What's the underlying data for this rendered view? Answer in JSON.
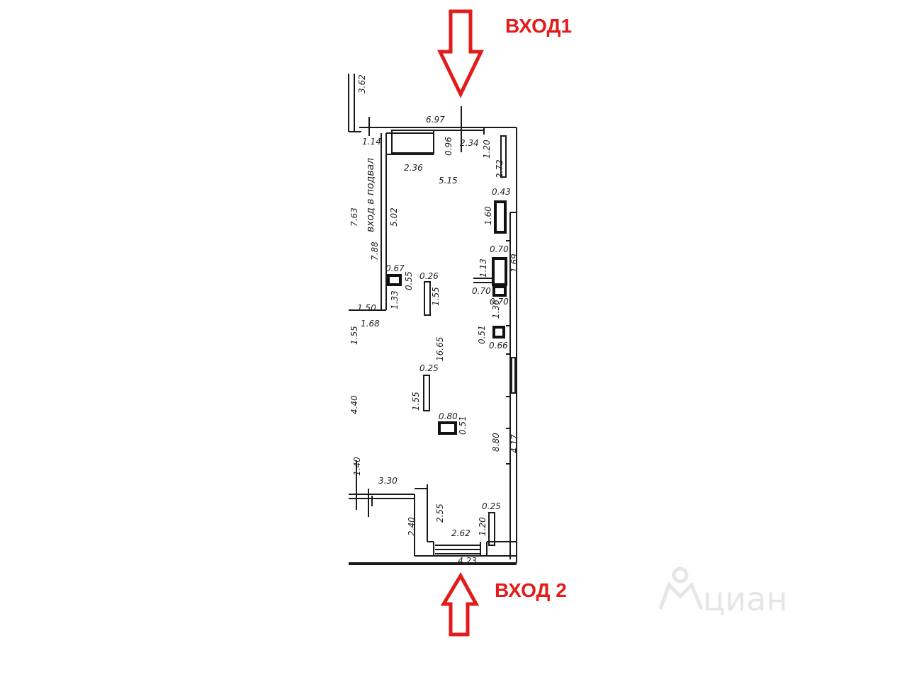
{
  "entrances": {
    "top": "ВХОД1",
    "bottom": "ВХОД 2"
  },
  "basement_label": "вход в подвал",
  "watermark": "циан",
  "dimensions": {
    "d_3_62": "3.62",
    "d_6_97": "6.97",
    "d_1_14": "1.14",
    "d_0_96": "0.96",
    "d_2_34": "2.34",
    "d_1_20_top": "1.20",
    "d_2_72": "2.72",
    "d_2_36": "2.36",
    "d_5_15": "5.15",
    "d_0_43": "0.43",
    "d_7_63": "7.63",
    "d_5_02": "5.02",
    "d_1_60": "1.60",
    "d_7_88": "7.88",
    "d_0_70_a": "0.70",
    "d_0_67": "0.67",
    "d_0_55": "0.55",
    "d_0_26": "0.26",
    "d_1_13": "1.13",
    "d_1_69": "1.69",
    "d_0_70_b": "0.70",
    "d_1_33": "1.33",
    "d_1_55_a": "1.55",
    "d_0_70_c": "0.70",
    "d_1_36": "1.36",
    "d_1_50": "1.50",
    "d_1_68": "1.68",
    "d_1_55_left": "1.55",
    "d_0_51_a": "0.51",
    "d_0_66": "0.66",
    "d_16_65": "16.65",
    "d_0_25_a": "0.25",
    "d_1_55_b": "1.55",
    "d_4_40": "4.40",
    "d_0_80": "0.80",
    "d_0_51_b": "0.51",
    "d_8_80": "8.80",
    "d_4_17": "4.17",
    "d_1_40": "1.40",
    "d_3_30": "3.30",
    "d_0_25_b": "0.25",
    "d_2_55": "2.55",
    "d_2_40": "2.40",
    "d_2_62": "2.62",
    "d_1_20_bot": "1.20",
    "d_4_23": "4.23"
  },
  "colors": {
    "accent": "#e21b1b",
    "wall": "#1a1a1a",
    "watermark": "#e6e6e6"
  },
  "icons": {
    "arrow_down": "arrow-down-icon",
    "arrow_up": "arrow-up-icon",
    "watermark_logo": "cian-logo-icon"
  }
}
